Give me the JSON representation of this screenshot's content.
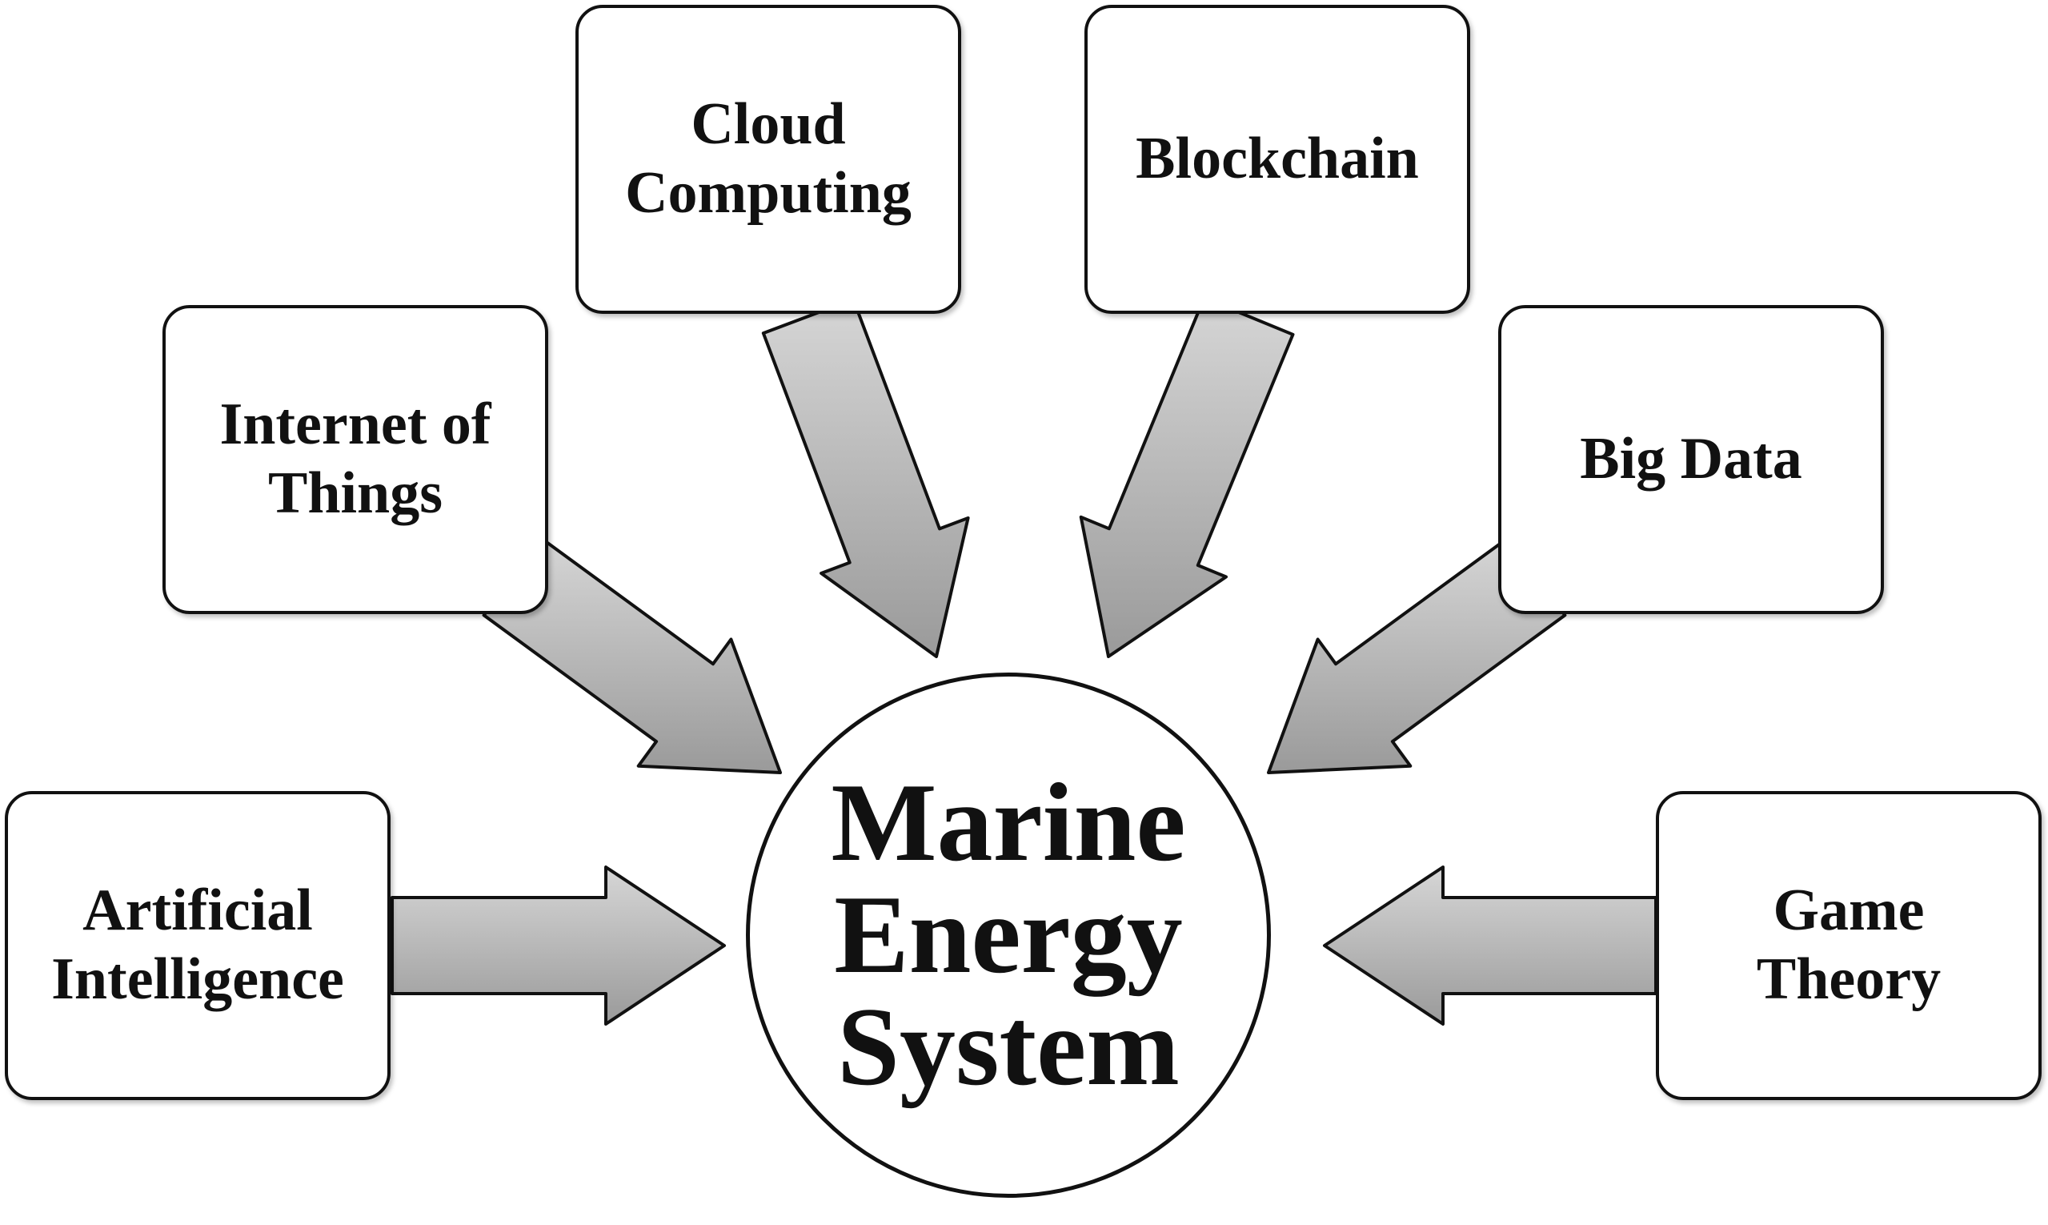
{
  "colors": {
    "arrow_fill_light": "#d6d6d6",
    "arrow_fill_dark": "#9a9a9a",
    "outline": "#111111",
    "background": "#ffffff"
  },
  "hub": {
    "label": "Marine\nEnergy\nSystem"
  },
  "nodes": [
    {
      "id": "artificial-intelligence",
      "label": "Artificial\nIntelligence"
    },
    {
      "id": "internet-of-things",
      "label": "Internet of\nThings"
    },
    {
      "id": "cloud-computing",
      "label": "Cloud\nComputing"
    },
    {
      "id": "blockchain",
      "label": "Blockchain"
    },
    {
      "id": "big-data",
      "label": "Big Data"
    },
    {
      "id": "game-theory",
      "label": "Game\nTheory"
    }
  ],
  "edges": [
    {
      "from": "artificial-intelligence",
      "to": "hub"
    },
    {
      "from": "internet-of-things",
      "to": "hub"
    },
    {
      "from": "cloud-computing",
      "to": "hub"
    },
    {
      "from": "blockchain",
      "to": "hub"
    },
    {
      "from": "big-data",
      "to": "hub"
    },
    {
      "from": "game-theory",
      "to": "hub"
    }
  ]
}
